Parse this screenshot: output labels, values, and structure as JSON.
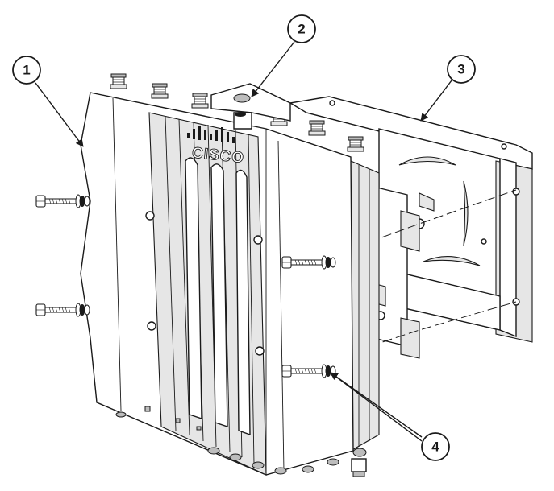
{
  "figure": {
    "brand_logo_text": "CISCO",
    "callouts": [
      {
        "id": "1",
        "label": "1"
      },
      {
        "id": "2",
        "label": "2"
      },
      {
        "id": "3",
        "label": "3"
      },
      {
        "id": "4",
        "label": "4"
      }
    ]
  },
  "colors": {
    "ink": "#1a1a1a",
    "background": "#ffffff",
    "shade": "#e6e6e6"
  }
}
